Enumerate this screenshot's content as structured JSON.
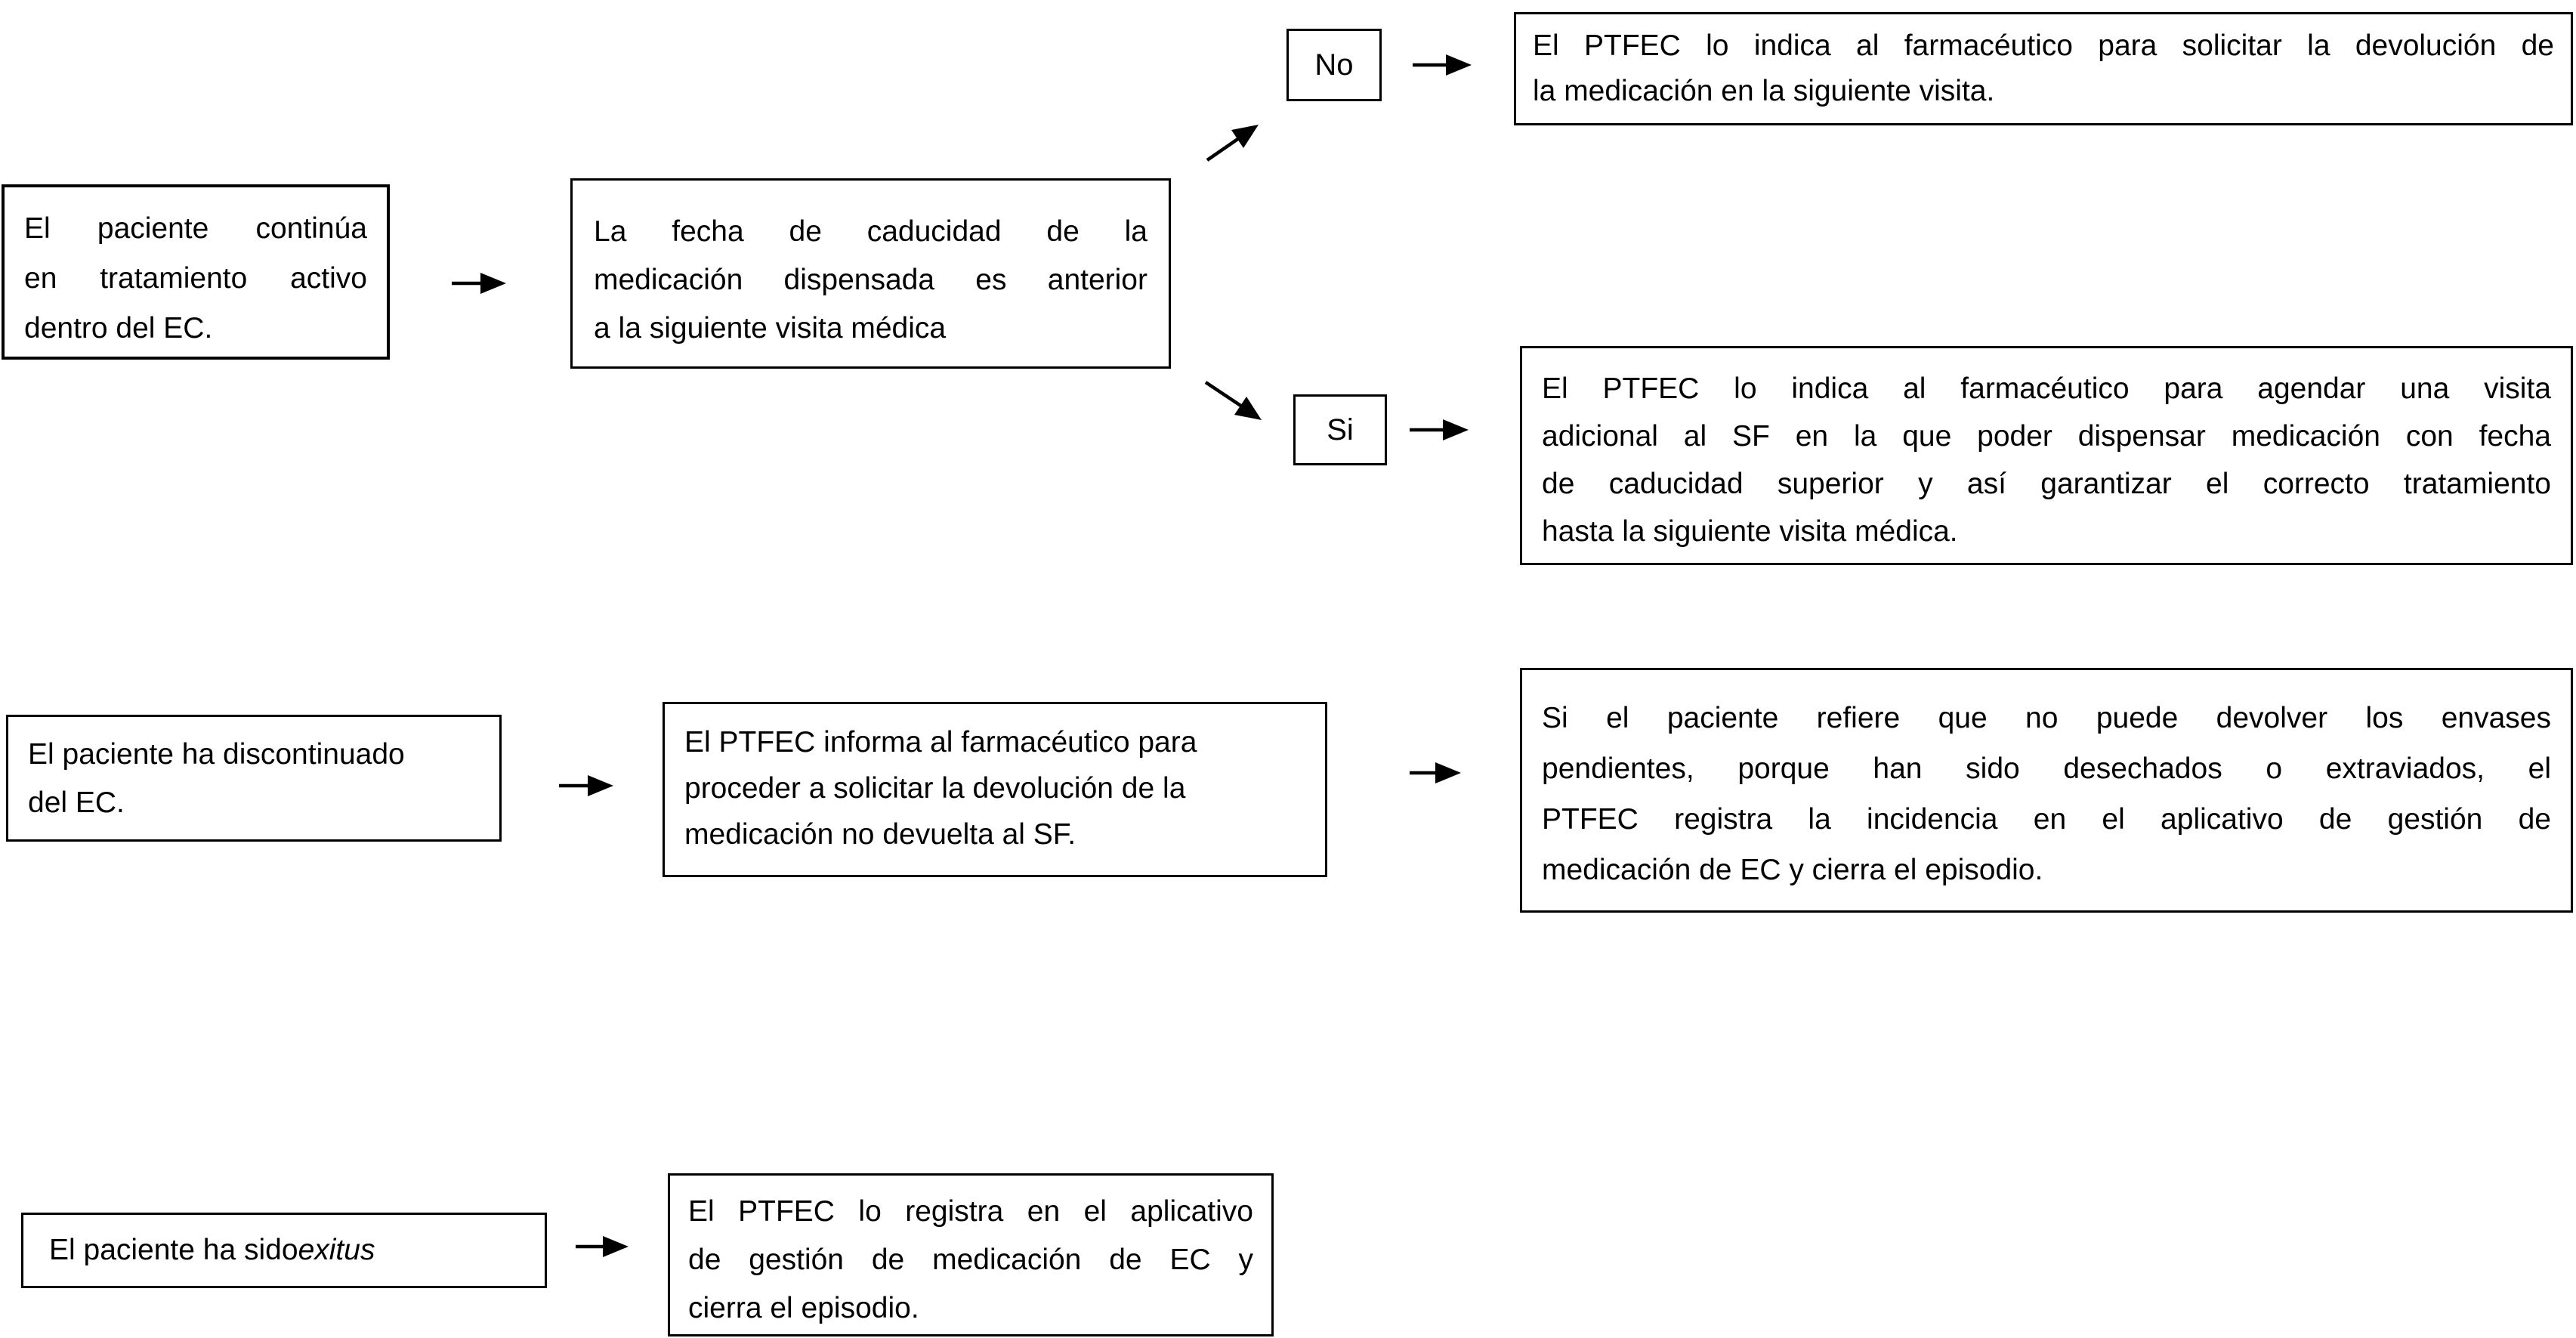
{
  "diagram": {
    "title": "Flujo de gestión de medicación de ensayo clínico",
    "colors": {
      "background": "#ffffff",
      "box_background": "#ffffff",
      "box_border": "#000000",
      "text": "#000000",
      "arrow": "#000000"
    },
    "nodes": {
      "active": {
        "lines": [
          "El paciente continúa",
          "en tratamiento activo",
          "dentro del EC."
        ]
      },
      "expiry": {
        "lines": [
          "La fecha de caducidad de la",
          "medicación dispensada es anterior",
          "a la siguiente visita médica"
        ]
      },
      "no": {
        "label": "No"
      },
      "no_action": {
        "lines": [
          "El PTFEC lo indica al farmacéutico para solicitar la devolución de",
          "la medicación en la siguiente visita."
        ]
      },
      "si": {
        "label": "Si"
      },
      "si_action": {
        "lines": [
          "El PTFEC lo indica al farmacéutico para agendar una visita",
          "adicional al SF en la que poder dispensar medicación con fecha",
          "de caducidad superior y así garantizar el correcto tratamiento",
          "hasta la siguiente visita médica."
        ]
      },
      "discontinued": {
        "lines": [
          "El paciente ha discontinuado",
          "del EC."
        ]
      },
      "discontinued_action": {
        "lines": [
          "El PTFEC informa al farmacéutico para",
          "proceder a solicitar la devolución de la",
          "medicación no devuelta al SF."
        ]
      },
      "discontinued_incident": {
        "lines": [
          "Si el paciente refiere que no puede devolver los envases",
          "pendientes, porque han sido desechados o extraviados, el",
          "PTFEC registra la incidencia en el aplicativo de gestión de",
          "medicación de EC y cierra el episodio."
        ]
      },
      "exitus": {
        "prefix": "El paciente ha sido ",
        "italic": "exitus"
      },
      "exitus_action": {
        "lines": [
          "El PTFEC lo registra en el aplicativo",
          "de gestión de medicación de EC y",
          "cierra el episodio."
        ]
      }
    }
  }
}
